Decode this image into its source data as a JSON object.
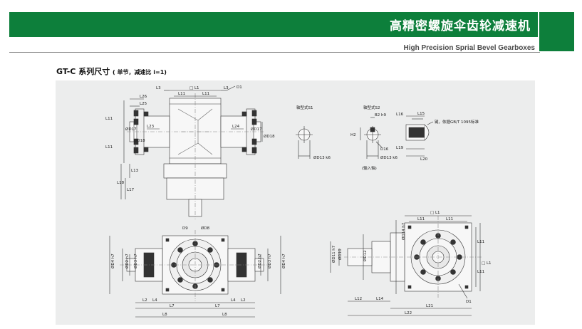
{
  "header": {
    "title": "高精密螺旋伞齿轮减速机",
    "subtitle": "High Precision Sprial Bevel Gearboxes",
    "brand_color": "#0d7f3b"
  },
  "section": {
    "title": "GT-C 系列尺寸",
    "note": "( 单节，减速比 i=1)"
  },
  "drawing": {
    "top_view": {
      "dims": [
        "L3",
        "□ L1",
        "L3",
        "D1",
        "L26",
        "L25",
        "L11",
        "L11",
        "L23",
        "L24",
        "L11",
        "ØD17",
        "ØD18",
        "ØD17",
        "ØD18",
        "L11",
        "L13",
        "L17",
        "L18"
      ]
    },
    "shaft_s1": {
      "title": "轴型式S1",
      "dims": [
        "ØD13 k6"
      ]
    },
    "shaft_s2": {
      "title": "轴型式S2",
      "dims": [
        "B2 h9",
        "H2",
        "D16",
        "ØD13 k6"
      ],
      "input_note": "(输入轴)"
    },
    "key_detail": {
      "dims": [
        "L16",
        "L15",
        "L19",
        "L20"
      ],
      "note": "键，依据GB/T 1095标准"
    },
    "front_view": {
      "dims": [
        "D9",
        "ØD8",
        "ØD4 h7",
        "ØD2 h7",
        "ØD3 h7",
        "ØD2 h7",
        "ØD3 h7",
        "ØD4 h7",
        "L2",
        "L4",
        "L7",
        "L7",
        "L4",
        "L2",
        "L8",
        "L8"
      ]
    },
    "side_view": {
      "dims": [
        "□ L1",
        "L11",
        "L11",
        "ØD14 h7",
        "ØD11 h7",
        "ØD10",
        "ØD12",
        "L11",
        "□ L1",
        "L11",
        "D1",
        "L12",
        "L14",
        "L21",
        "L22"
      ]
    }
  }
}
